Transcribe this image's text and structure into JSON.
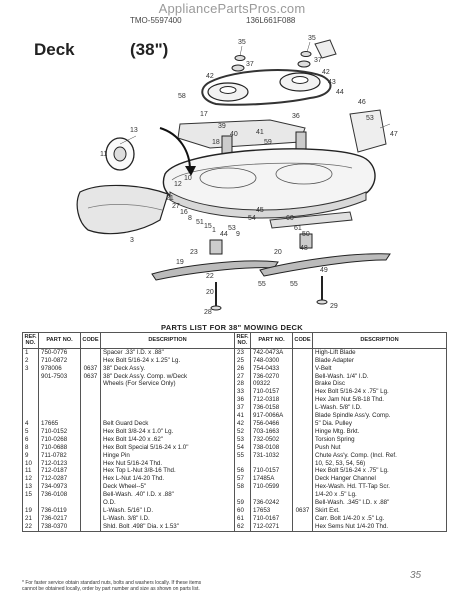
{
  "watermark": "AppliancePartsPros.com",
  "model_left": "TMO-5597400",
  "model_right": "136L661F088",
  "title": "Deck",
  "title_size": "(38\")",
  "callouts": [
    "35",
    "37",
    "42",
    "35",
    "37",
    "42",
    "43",
    "44",
    "58",
    "46",
    "53",
    "47",
    "17",
    "36",
    "39",
    "40",
    "41",
    "59",
    "18",
    "13",
    "10",
    "12",
    "11",
    "21",
    "27",
    "16",
    "8",
    "51",
    "15",
    "1",
    "44",
    "53",
    "9",
    "60",
    "61",
    "50",
    "45",
    "54",
    "3",
    "19",
    "23",
    "48",
    "20",
    "22",
    "55",
    "49",
    "55",
    "20",
    "28",
    "29"
  ],
  "parts_title": "PARTS LIST FOR 38\" MOWING DECK",
  "headers": {
    "ref_no": "REF. NO.",
    "part_no": "PART NO.",
    "code": "CODE",
    "description": "DESCRIPTION"
  },
  "left_rows": [
    {
      "ref": "1",
      "part": "750-0776",
      "code": "",
      "desc": "Spacer .33\" I.D. x .88\""
    },
    {
      "ref": "2",
      "part": "710-0872",
      "code": "",
      "desc": "Hex Bolt 5/16-24 x 1.25\" Lg."
    },
    {
      "ref": "3",
      "part": "978006",
      "code": "0637",
      "desc": "38\" Deck Ass'y."
    },
    {
      "ref": "",
      "part": "901-7503",
      "code": "0637",
      "desc": "38\" Deck Ass'y. Comp. w/Deck"
    },
    {
      "ref": "",
      "part": "",
      "code": "",
      "desc": "Wheels (For Service Only)"
    },
    {
      "ref": "",
      "part": "",
      "code": "",
      "desc": ""
    },
    {
      "ref": "",
      "part": "",
      "code": "",
      "desc": ""
    },
    {
      "ref": "",
      "part": "",
      "code": "",
      "desc": ""
    },
    {
      "ref": "",
      "part": "",
      "code": "",
      "desc": ""
    },
    {
      "ref": "4",
      "part": "17665",
      "code": "",
      "desc": "Belt Guard Deck"
    },
    {
      "ref": "5",
      "part": "710-0152",
      "code": "",
      "desc": "Hex Bolt 3/8-24 x 1.0\" Lg."
    },
    {
      "ref": "6",
      "part": "710-0268",
      "code": "",
      "desc": "Hex Bolt 1/4-20 x .62\""
    },
    {
      "ref": "8",
      "part": "710-0688",
      "code": "",
      "desc": "Hex Bolt Special 5/16-24 x 1.0\""
    },
    {
      "ref": "9",
      "part": "711-0782",
      "code": "",
      "desc": "Hinge Pin"
    },
    {
      "ref": "10",
      "part": "712-0123",
      "code": "",
      "desc": "Hex Nut 5/16-24 Thd."
    },
    {
      "ref": "11",
      "part": "712-0187",
      "code": "",
      "desc": "Hex Top L-Nut 3/8-16 Thd."
    },
    {
      "ref": "12",
      "part": "712-0287",
      "code": "",
      "desc": "Hex L-Nut 1/4-20 Thd."
    },
    {
      "ref": "13",
      "part": "734-0973",
      "code": "",
      "desc": "Deck Wheel--5\""
    },
    {
      "ref": "15",
      "part": "736-0108",
      "code": "",
      "desc": "Bell-Wash. .40\" I.D. x .88\""
    },
    {
      "ref": "",
      "part": "",
      "code": "",
      "desc": "O.D."
    },
    {
      "ref": "19",
      "part": "736-0119",
      "code": "",
      "desc": "L-Wash. 5/16\" I.D."
    },
    {
      "ref": "21",
      "part": "736-0217",
      "code": "",
      "desc": "L-Wash. 3/8\" I.D."
    },
    {
      "ref": "22",
      "part": "738-0370",
      "code": "",
      "desc": "Shld. Bolt .498\" Dia. x 1.53\""
    }
  ],
  "right_rows": [
    {
      "ref": "23",
      "part": "742-0473A",
      "code": "",
      "desc": "High-Lift Blade"
    },
    {
      "ref": "25",
      "part": "748-0300",
      "code": "",
      "desc": "Blade Adapter"
    },
    {
      "ref": "26",
      "part": "754-0433",
      "code": "",
      "desc": "V-Belt"
    },
    {
      "ref": "27",
      "part": "736-0270",
      "code": "",
      "desc": "Bell-Wash. 1/4\" I.D."
    },
    {
      "ref": "28",
      "part": "09322",
      "code": "",
      "desc": "Brake Disc"
    },
    {
      "ref": "33",
      "part": "710-0157",
      "code": "",
      "desc": "Hex Bolt 5/16-24 x .75\" Lg."
    },
    {
      "ref": "36",
      "part": "712-0318",
      "code": "",
      "desc": "Hex Jam Nut 5/8-18 Thd."
    },
    {
      "ref": "37",
      "part": "736-0158",
      "code": "",
      "desc": "L-Wash. 5/8\" I.D."
    },
    {
      "ref": "41",
      "part": "917-0066A",
      "code": "",
      "desc": "Blade Spindle Ass'y. Comp."
    },
    {
      "ref": "42",
      "part": "756-0466",
      "code": "",
      "desc": "5\" Dia. Pulley"
    },
    {
      "ref": "52",
      "part": "703-1663",
      "code": "",
      "desc": "Hinge Mtg. Brkt."
    },
    {
      "ref": "53",
      "part": "732-0502",
      "code": "",
      "desc": "Torsion Spring"
    },
    {
      "ref": "54",
      "part": "738-0108",
      "code": "",
      "desc": "Push Nut"
    },
    {
      "ref": "55",
      "part": "731-1032",
      "code": "",
      "desc": "Chute Ass'y. Comp. (Incl. Ref."
    },
    {
      "ref": "",
      "part": "",
      "code": "",
      "desc": "10, 52, 53, 54, 56)"
    },
    {
      "ref": "56",
      "part": "710-0157",
      "code": "",
      "desc": "Hex Bolt 5/16-24 x .75\" Lg."
    },
    {
      "ref": "57",
      "part": "17485A",
      "code": "",
      "desc": "Deck Hanger Channel"
    },
    {
      "ref": "58",
      "part": "710-0599",
      "code": "",
      "desc": "Hex-Wash. Hd. TT-Tap Scr."
    },
    {
      "ref": "",
      "part": "",
      "code": "",
      "desc": "1/4-20 x .5\" Lg."
    },
    {
      "ref": "59",
      "part": "736-0242",
      "code": "",
      "desc": "Bell-Wash. .345\" I.D. x .88\""
    },
    {
      "ref": "60",
      "part": "17653",
      "code": "0637",
      "desc": "Skirt Ext."
    },
    {
      "ref": "61",
      "part": "710-0167",
      "code": "",
      "desc": "Carr. Bolt 1/4-20 x .5\" Lg."
    },
    {
      "ref": "62",
      "part": "712-0271",
      "code": "",
      "desc": "Hex Sems Nut 1/4-20 Thd."
    }
  ],
  "footnote": "* For faster service obtain standard nuts, bolts and washers locally. If these items cannot be obtained locally, order by part number and size as shown on parts list.",
  "page_number": "35"
}
